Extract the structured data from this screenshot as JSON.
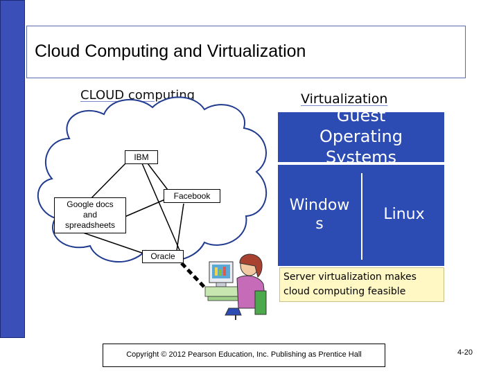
{
  "slide": {
    "title": "Cloud Computing and Virtualization",
    "page_number": "4-20",
    "copyright": "Copyright © 2012 Pearson Education, Inc. Publishing as Prentice Hall"
  },
  "cloud": {
    "heading": "CLOUD computing",
    "nodes": {
      "ibm": "IBM",
      "facebook": "Facebook",
      "google": "Google docs\nand\nspreadsheets",
      "oracle": "Oracle"
    }
  },
  "virtualization": {
    "heading": "Virtualization",
    "guest_label": "Guest\nOperating\nSystems",
    "os_left": "Window\ns",
    "os_right": "Linux",
    "note": "Server virtualization makes\ncloud computing feasible"
  },
  "colors": {
    "accent_blue": "#2c4bb3",
    "bar_blue": "#3a4fb8",
    "note_yellow": "#fff7c4"
  },
  "icons": {
    "cloud": "cloud-shape",
    "user": "user-at-computer-clipart"
  }
}
